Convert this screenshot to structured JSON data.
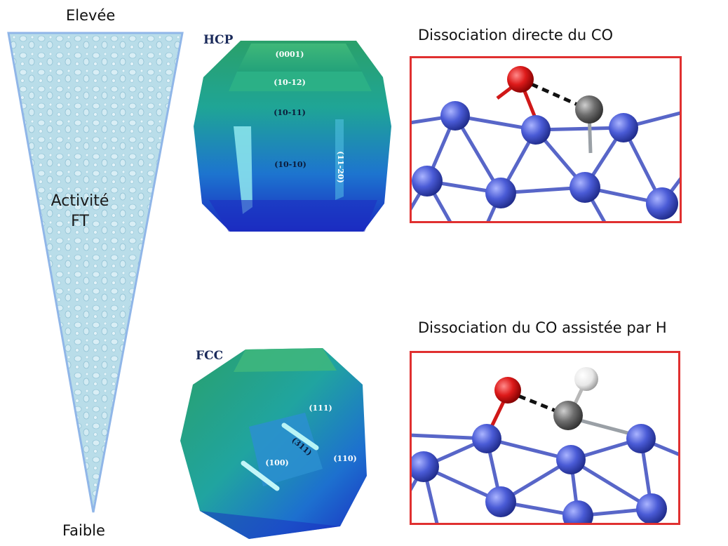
{
  "activity_scale": {
    "top_label": "Elevée",
    "bottom_label": "Faible",
    "center_label_line1": "Activité",
    "center_label_line2": "FT"
  },
  "crystals": {
    "hcp": {
      "name": "HCP",
      "facets": [
        "(0001)",
        "(10-12)",
        "(10-11)",
        "(10-10)",
        "(11-20)"
      ]
    },
    "fcc": {
      "name": "FCC",
      "facets": [
        "(111)",
        "(311)",
        "(100)",
        "(110)"
      ]
    }
  },
  "mechanisms": {
    "top_title": "Dissociation directe du CO",
    "bottom_title": "Dissociation du CO assistée par H"
  },
  "colors": {
    "frame": "#e03030",
    "metal_atom": "#4a5bd6",
    "bond": "#5866c8",
    "oxygen": "#dd1a1a",
    "carbon": "#6e6e6e",
    "hydrogen": "#f2f2f2",
    "triangle_fill": "#b6dce8",
    "triangle_border": "#8fb3e6"
  }
}
